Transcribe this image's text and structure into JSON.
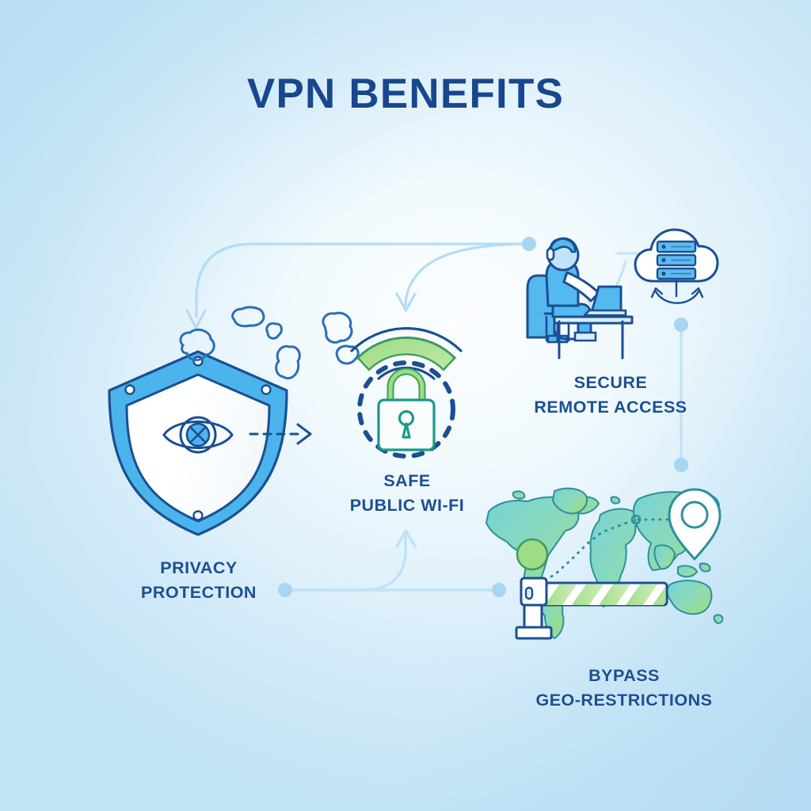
{
  "page": {
    "title": "VPN BENEFITS",
    "background_color": "#cfe9f8",
    "title_color": "#17478e",
    "label_color": "#1b4f93",
    "accent_blue": "#3aa8e8",
    "deep_blue": "#1b4f93",
    "line_blue": "#b3ddf4",
    "green": "#8ed17f",
    "teal": "#6fd0cc"
  },
  "benefits": [
    {
      "id": "privacy-protection",
      "line1": "PRIVACY",
      "line2": "PROTECTION",
      "icon": "shield-crossed-eye-icon"
    },
    {
      "id": "safe-public-wifi",
      "line1": "SAFE",
      "line2": "PUBLIC WI-FI",
      "icon": "wifi-lock-icon"
    },
    {
      "id": "secure-remote-access",
      "line1": "SECURE",
      "line2": "REMOTE ACCESS",
      "icon": "person-laptop-desk-icon"
    },
    {
      "id": "bypass-geo-restrictions",
      "line1": "BYPASS",
      "line2": "GEO-RESTRICTIONS",
      "icon": "world-map-barrier-icon"
    }
  ],
  "decorations": {
    "cloud_server_icon": "cloud-server-icon",
    "data_blobs_icon": "data-blobs-icon",
    "location_pin_icon": "location-pin-icon",
    "connector_top": "connector-line-top",
    "connector_bottom": "connector-line-bottom",
    "connector_right": "connector-line-right",
    "dashed_arrow": "dashed-arrow-right"
  }
}
